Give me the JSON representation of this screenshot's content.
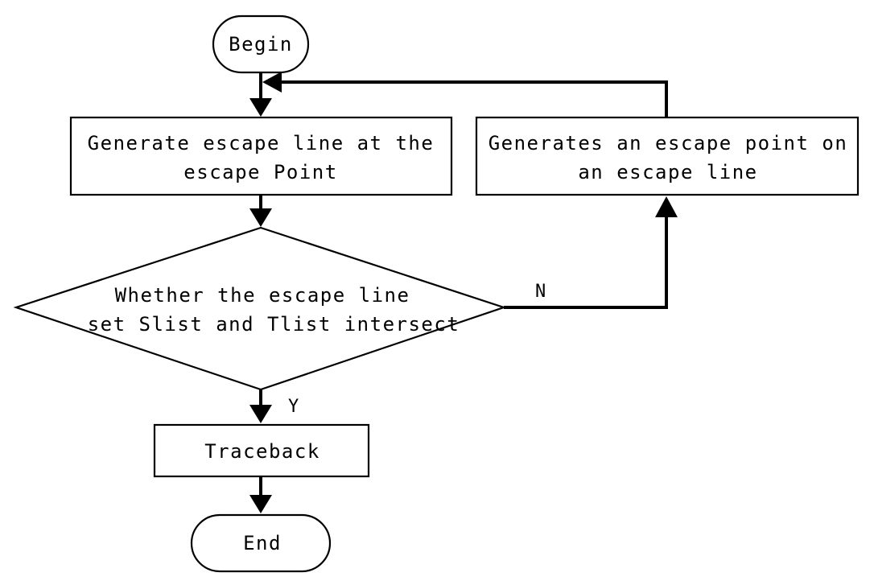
{
  "nodes": {
    "begin": {
      "label": "Begin"
    },
    "generate_line": {
      "lines": [
        "Generate escape line at the",
        "escape Point"
      ]
    },
    "generate_point": {
      "lines": [
        "Generates an escape point on",
        "an escape line"
      ]
    },
    "decision": {
      "lines": [
        "Whether the escape line",
        "set Slist and Tlist intersect"
      ]
    },
    "traceback": {
      "label": "Traceback"
    },
    "end": {
      "label": "End"
    }
  },
  "edges": {
    "no_label": "N",
    "yes_label": "Y"
  }
}
